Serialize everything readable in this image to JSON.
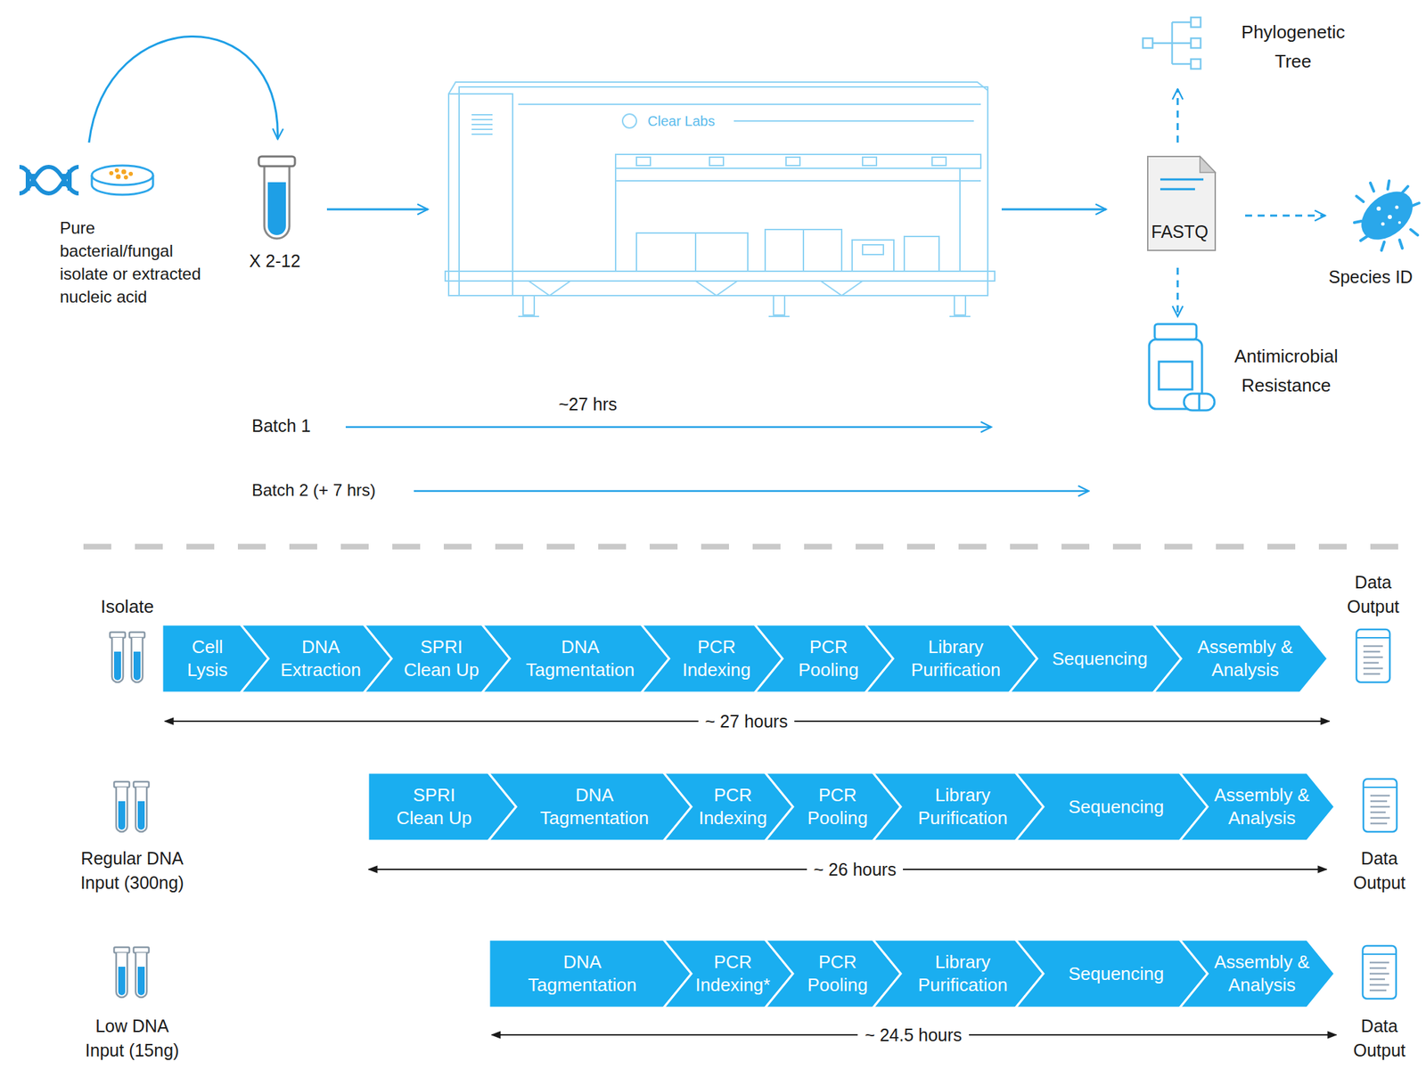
{
  "diagram": {
    "nodes": [
      {
        "text": [
          "Pure bacterial/fungal isolate or extracted nucleic acid"
        ]
      },
      {
        "text": [
          "X 2-12"
        ]
      },
      {
        "text": [
          "Clear Labs"
        ]
      },
      {
        "text": [
          "FASTQ"
        ]
      },
      {
        "text": [
          "Phylogenetic Tree"
        ]
      },
      {
        "text": [
          "Species ID"
        ]
      },
      {
        "text": [
          "Antimicrobial Resistance"
        ]
      },
      {
        "text": [
          "Cell Lysis"
        ]
      },
      {
        "text": [
          "DNA Extraction"
        ]
      },
      {
        "text": [
          "SPRI Clean Up"
        ]
      },
      {
        "text": [
          "DNA Tagmentation"
        ]
      },
      {
        "text": [
          "PCR Indexing"
        ]
      },
      {
        "text": [
          "PCR Pooling"
        ]
      },
      {
        "text": [
          "Library Purification"
        ]
      },
      {
        "text": [
          "Sequencing"
        ]
      },
      {
        "text": [
          "Assembly & Analysis"
        ]
      },
      {
        "text": [
          "SPRI Clean Up"
        ]
      },
      {
        "text": [
          "DNA Tagmentation"
        ]
      },
      {
        "text": [
          "PCR Indexing"
        ]
      },
      {
        "text": [
          "PCR Pooling"
        ]
      },
      {
        "text": [
          "Library Purification"
        ]
      },
      {
        "text": [
          "Sequencing"
        ]
      },
      {
        "text": [
          "Assembly & Analysis"
        ]
      },
      {
        "text": [
          "DNA Tagmentation"
        ]
      },
      {
        "text": [
          "PCR Indexing*"
        ]
      },
      {
        "text": [
          "PCR Pooling"
        ]
      },
      {
        "text": [
          "Library Purification"
        ]
      },
      {
        "text": [
          "Sequencing"
        ]
      },
      {
        "text": [
          "Assembly & Analysis"
        ]
      }
    ],
    "edges": [
      {
        "from": 0,
        "to": 1,
        "arrow": "to"
      },
      {
        "from": 1,
        "to": 2,
        "arrow": "to"
      },
      {
        "from": 2,
        "to": 3,
        "arrow": "to"
      },
      {
        "from": 3,
        "to": 4,
        "arrow": "to"
      },
      {
        "from": 3,
        "to": 5,
        "arrow": "to"
      },
      {
        "from": 3,
        "to": 6,
        "arrow": "to"
      }
    ],
    "labels": [
      "Batch 1",
      "~27 hrs",
      "Batch 2 (+ 7 hrs)",
      "Isolate",
      "Data Output",
      "~ 27 hours",
      "Regular DNA Input (300ng)",
      "Data Output",
      "~ 26 hours",
      "Low DNA Input (15ng)",
      "Data Output",
      "~ 24.5 hours"
    ]
  }
}
